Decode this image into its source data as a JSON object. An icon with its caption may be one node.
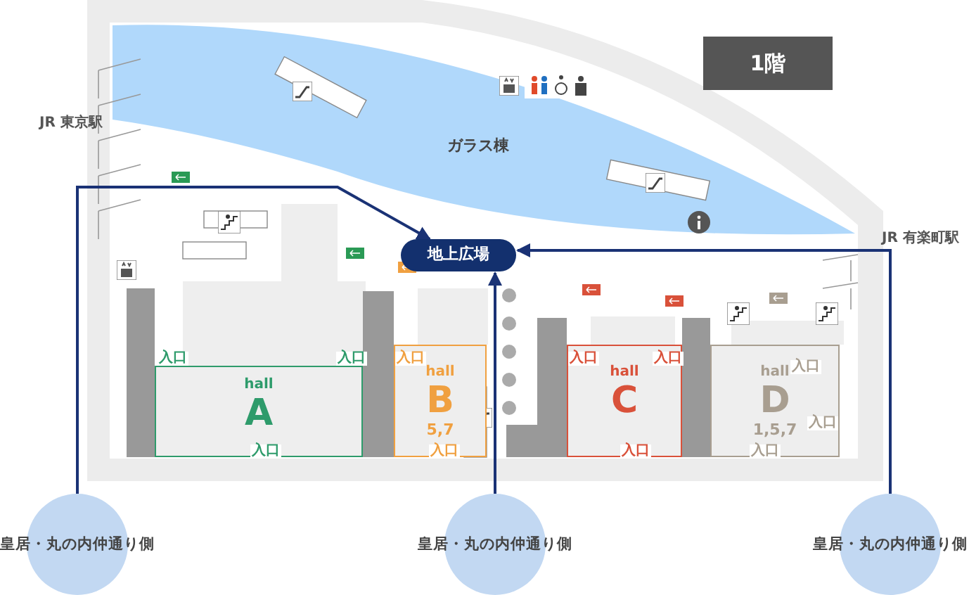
{
  "diagram": {
    "nodes": [
      {
        "text": [
          "1階"
        ]
      },
      {
        "text": [
          "地上広場"
        ]
      },
      {
        "text": [
          "hall",
          "A",
          "入口",
          "入口",
          "入口"
        ]
      },
      {
        "text": [
          "hall",
          "B",
          "5,7",
          "入口",
          "入口"
        ]
      },
      {
        "text": [
          "hall",
          "C",
          "入口",
          "入口",
          "入口"
        ]
      },
      {
        "text": [
          "hall",
          "D",
          "1,5,7",
          "入口",
          "入口",
          "入口"
        ]
      },
      {
        "text": [
          "皇居・丸の内仲通り側"
        ]
      },
      {
        "text": [
          "皇居・丸の内仲通り側"
        ]
      },
      {
        "text": [
          "皇居・丸の内仲通り側"
        ]
      }
    ],
    "edges": [
      {
        "from": 6,
        "to": 1,
        "arrow": "to"
      },
      {
        "from": 7,
        "to": 1,
        "arrow": "to"
      },
      {
        "from": 8,
        "to": 1,
        "arrow": "to"
      }
    ],
    "labels": [
      "JR 東京駅",
      "ガラス棟",
      "JR 有楽町駅"
    ]
  }
}
